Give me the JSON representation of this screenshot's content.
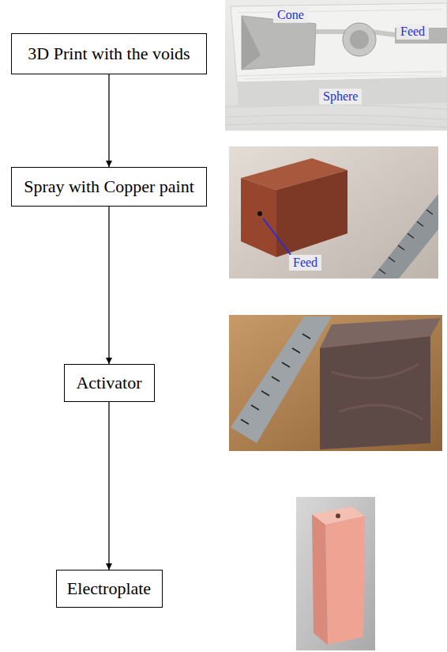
{
  "diagram": {
    "nodes": [
      {
        "text": [
          "3D Print with the voids"
        ]
      },
      {
        "text": [
          "Spray with Copper paint"
        ]
      },
      {
        "text": [
          "Activator"
        ]
      },
      {
        "text": [
          "Electroplate"
        ]
      }
    ],
    "edges": [
      {
        "from": 0,
        "to": 1,
        "arrow": "to"
      },
      {
        "from": 1,
        "to": 2,
        "arrow": "to"
      },
      {
        "from": 2,
        "to": 3,
        "arrow": "to"
      }
    ],
    "labels": [
      "Cone",
      "Feed",
      "Sphere",
      "Feed"
    ]
  }
}
